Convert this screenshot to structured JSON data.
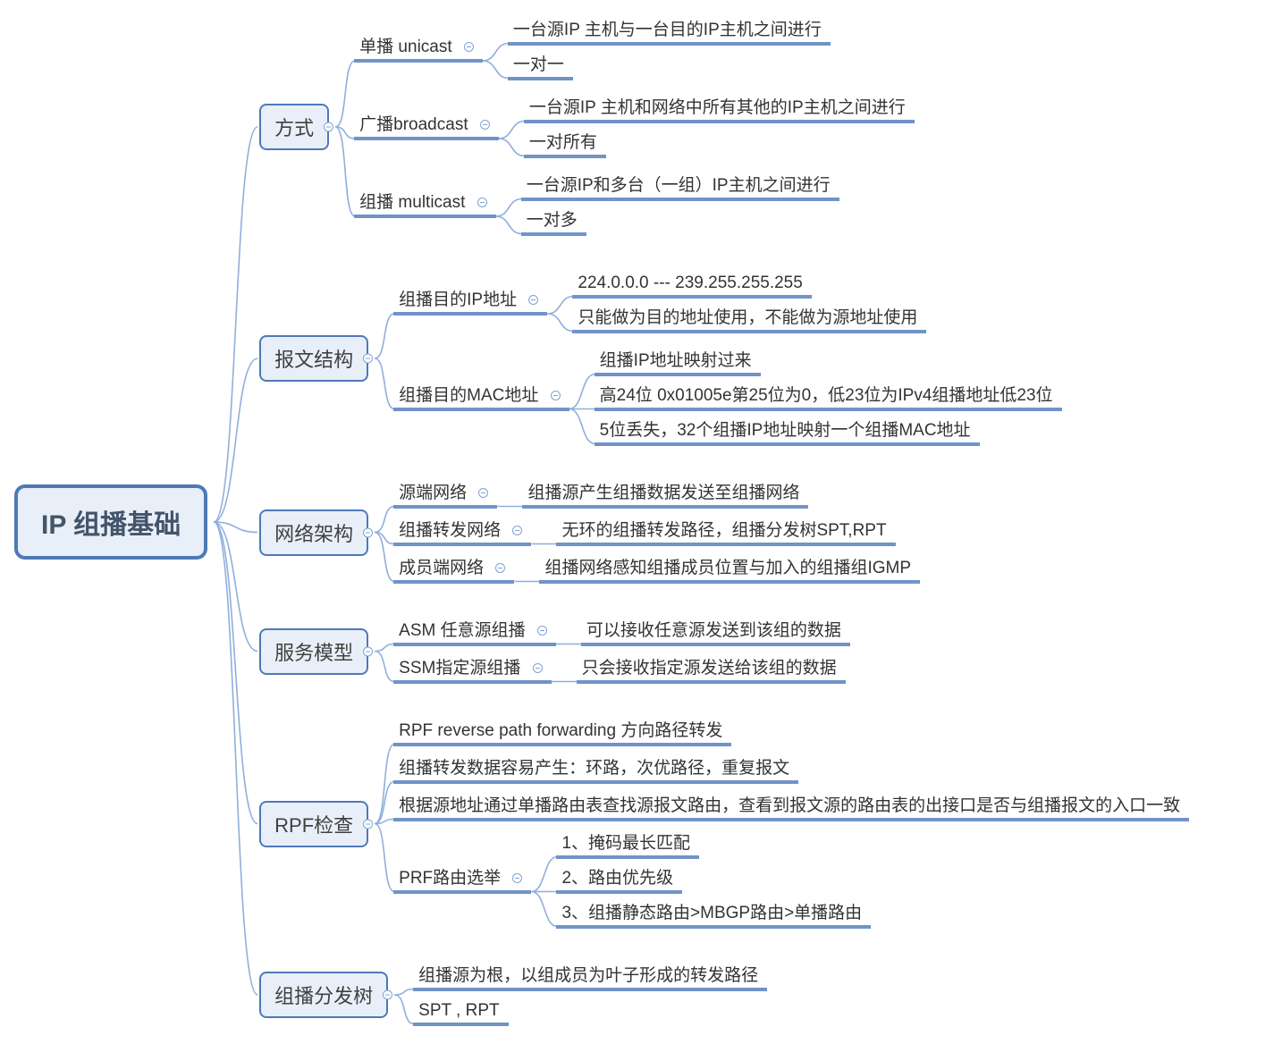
{
  "colors": {
    "node_border": "#4e79b9",
    "node_fill": "#e9eff8",
    "underline": "#7093c8",
    "connector": "#8fafdc",
    "collapse_icon": "#7fa3d4",
    "root_text": "#44546a",
    "text": "#333333"
  },
  "icons": {
    "collapse": "minus-circle-icon"
  },
  "mindmap": {
    "label": "IP 组播基础",
    "children": [
      {
        "label": "方式",
        "children": [
          {
            "label": "单播 unicast",
            "children": [
              {
                "label": "一台源IP 主机与一台目的IP主机之间进行"
              },
              {
                "label": "一对一"
              }
            ]
          },
          {
            "label": "广播broadcast",
            "children": [
              {
                "label": "一台源IP 主机和网络中所有其他的IP主机之间进行"
              },
              {
                "label": "一对所有"
              }
            ]
          },
          {
            "label": "组播 multicast",
            "children": [
              {
                "label": "一台源IP和多台（一组）IP主机之间进行"
              },
              {
                "label": "一对多"
              }
            ]
          }
        ]
      },
      {
        "label": "报文结构",
        "children": [
          {
            "label": "组播目的IP地址",
            "children": [
              {
                "label": "224.0.0.0 --- 239.255.255.255"
              },
              {
                "label": "只能做为目的地址使用，不能做为源地址使用"
              }
            ]
          },
          {
            "label": "组播目的MAC地址",
            "children": [
              {
                "label": "组播IP地址映射过来"
              },
              {
                "label": "高24位 0x01005e第25位为0，低23位为IPv4组播地址低23位"
              },
              {
                "label": "5位丢失，32个组播IP地址映射一个组播MAC地址"
              }
            ]
          }
        ]
      },
      {
        "label": "网络架构",
        "children": [
          {
            "label": "源端网络",
            "children": [
              {
                "label": "组播源产生组播数据发送至组播网络"
              }
            ]
          },
          {
            "label": "组播转发网络",
            "children": [
              {
                "label": "无环的组播转发路径，组播分发树SPT,RPT"
              }
            ]
          },
          {
            "label": "成员端网络",
            "children": [
              {
                "label": "组播网络感知组播成员位置与加入的组播组IGMP"
              }
            ]
          }
        ]
      },
      {
        "label": "服务模型",
        "children": [
          {
            "label": "ASM 任意源组播",
            "children": [
              {
                "label": "可以接收任意源发送到该组的数据"
              }
            ]
          },
          {
            "label": "SSM指定源组播",
            "children": [
              {
                "label": "只会接收指定源发送给该组的数据"
              }
            ]
          }
        ]
      },
      {
        "label": "RPF检查",
        "children": [
          {
            "label": "RPF reverse path forwarding 方向路径转发"
          },
          {
            "label": "组播转发数据容易产生：环路，次优路径，重复报文"
          },
          {
            "label": "根据源地址通过单播路由表查找源报文路由，查看到报文源的路由表的出接口是否与组播报文的入口一致"
          },
          {
            "label": "PRF路由选举",
            "children": [
              {
                "label": "1、掩码最长匹配"
              },
              {
                "label": "2、路由优先级"
              },
              {
                "label": "3、组播静态路由>MBGP路由>单播路由"
              }
            ]
          }
        ]
      },
      {
        "label": "组播分发树",
        "children": [
          {
            "label": "组播源为根，以组成员为叶子形成的转发路径"
          },
          {
            "label": "SPT , RPT"
          }
        ]
      }
    ]
  }
}
